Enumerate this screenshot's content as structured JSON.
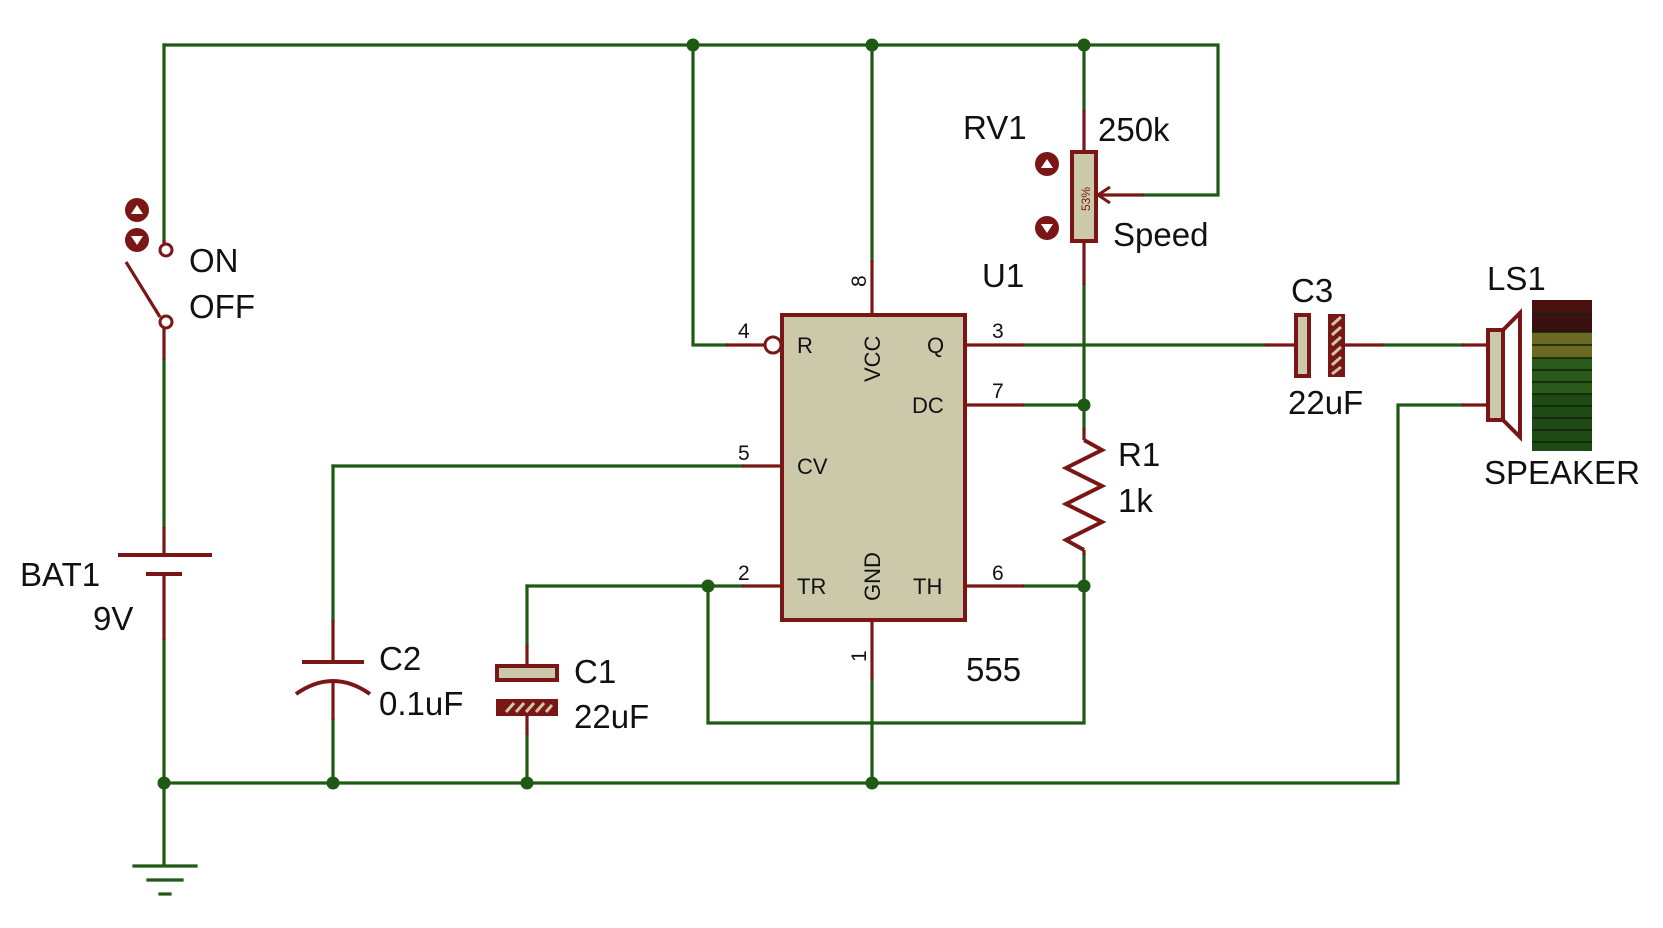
{
  "colors": {
    "wire": "#1f5a14",
    "component_outline": "#7a1616",
    "component_fill": "#ccc9aa",
    "background": "#ffffff"
  },
  "components": {
    "switch": {
      "state_on": "ON",
      "state_off": "OFF"
    },
    "battery": {
      "ref": "BAT1",
      "value": "9V"
    },
    "c2": {
      "ref": "C2",
      "value": "0.1uF"
    },
    "c1": {
      "ref": "C1",
      "value": "22uF"
    },
    "rv1": {
      "ref": "RV1",
      "value": "250k",
      "label": "Speed",
      "wiper_percent": "53%"
    },
    "r1": {
      "ref": "R1",
      "value": "1k"
    },
    "c3": {
      "ref": "C3",
      "value": "22uF"
    },
    "ls1": {
      "ref": "LS1",
      "value": "SPEAKER"
    },
    "u1": {
      "ref": "U1",
      "value": "555",
      "pins": {
        "r": {
          "number": "4",
          "name": "R"
        },
        "vcc": {
          "number": "8",
          "name": "VCC"
        },
        "q": {
          "number": "3",
          "name": "Q"
        },
        "dc": {
          "number": "7",
          "name": "DC"
        },
        "cv": {
          "number": "5",
          "name": "CV"
        },
        "tr": {
          "number": "2",
          "name": "TR"
        },
        "gnd": {
          "number": "1",
          "name": "GND"
        },
        "th": {
          "number": "6",
          "name": "TH"
        }
      }
    }
  }
}
